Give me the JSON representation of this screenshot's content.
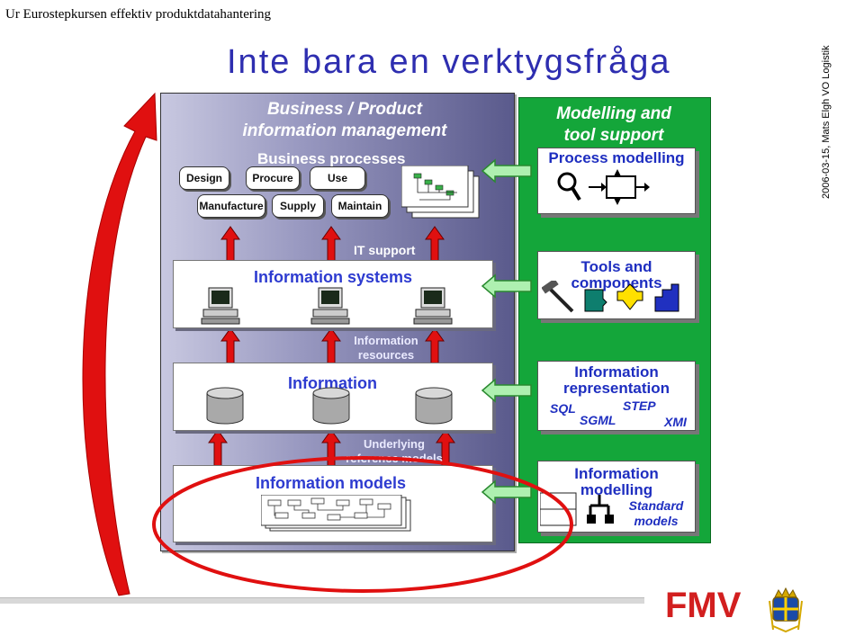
{
  "slide": {
    "header": "Ur Eurostepkursen effektiv produktdatahantering",
    "title": "Inte bara en verktygsfråga",
    "side_text": "2006-03-15, Mats Elgh VO Logistik",
    "logo_text": "FMV"
  },
  "left": {
    "title_line1": "Business / Product",
    "title_line2": "information management",
    "business_processes": "Business processes",
    "processes": [
      "Design",
      "Procure",
      "Use",
      "Manufacture",
      "Supply",
      "Maintain"
    ],
    "it_support": "IT support",
    "information_systems": "Information systems",
    "information_resources_1": "Information",
    "information_resources_2": "resources",
    "information": "Information",
    "underlying_1": "Underlying",
    "underlying_2": "reference models",
    "information_models": "Information models"
  },
  "right": {
    "title_line1": "Modelling and",
    "title_line2": "tool support",
    "process_modelling": "Process modelling",
    "tools_1": "Tools and",
    "tools_2": "components",
    "info_rep_1": "Information",
    "info_rep_2": "representation",
    "tech": [
      "SQL",
      "STEP",
      "SGML",
      "XMI"
    ],
    "info_mod_1": "Information",
    "info_mod_2": "modelling",
    "standard_1": "Standard",
    "standard_2": "models"
  },
  "colors": {
    "title": "#2e2eb0",
    "left_panel": "#7070a0",
    "right_panel": "#14a63a",
    "red_accent": "#e01010",
    "box_text": "#2d3bd0",
    "logo_red": "#d21f1f"
  },
  "icons": [
    "computer-icon",
    "database-icon",
    "magnifier-icon",
    "hammer-icon",
    "puzzle-icon",
    "crown-emblem-icon"
  ]
}
